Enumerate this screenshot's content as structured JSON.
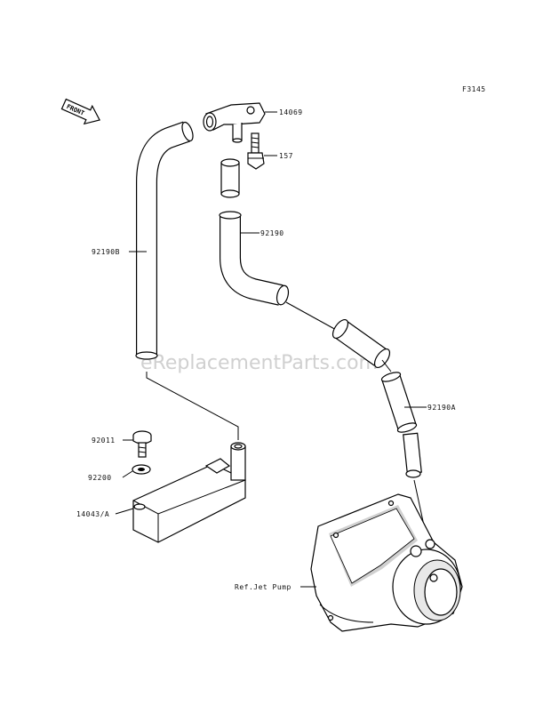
{
  "figure_id": "F3145",
  "front_arrow_label": "FRONT",
  "watermark": "eReplacementParts.com",
  "labels": {
    "p14069": "14069",
    "p157": "157",
    "p92190": "92190",
    "p92190b": "92190B",
    "p92190a": "92190A",
    "p92011": "92011",
    "p92200": "92200",
    "p14043a": "14043/A",
    "ref_jet_pump": "Ref.Jet Pump"
  }
}
